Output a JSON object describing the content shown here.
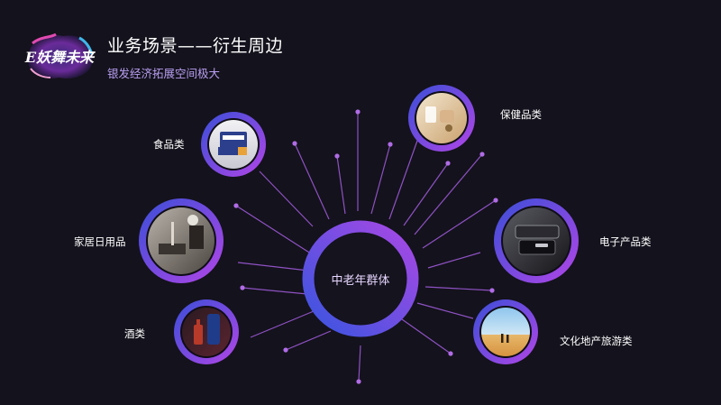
{
  "header": {
    "logo_text": "E妖舞未来",
    "title": "业务场景——衍生周边",
    "subtitle": "银发经济拓展空间极大"
  },
  "hub": {
    "label": "中老年群体"
  },
  "categories": [
    {
      "label": "食品类",
      "image": "food-products-photo"
    },
    {
      "label": "保健品类",
      "image": "health-products-photo"
    },
    {
      "label": "家居日用品",
      "image": "home-goods-photo"
    },
    {
      "label": "电子产品类",
      "image": "electronics-photo"
    },
    {
      "label": "酒类",
      "image": "liquor-photo"
    },
    {
      "label": "文化地产旅游类",
      "image": "desert-travel-photo"
    }
  ],
  "colors": {
    "background": "#14121c",
    "ring_start": "#3a4fd8",
    "ring_end": "#b145e6",
    "spoke": "#9b59d6",
    "subtitle": "#b79ef0"
  }
}
